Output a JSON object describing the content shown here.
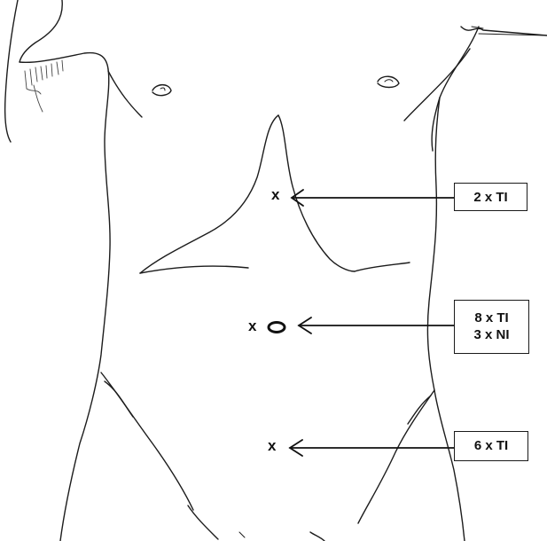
{
  "figure": {
    "annotations": [
      {
        "id": "upper",
        "marker": "x",
        "labels": [
          "2 x TI"
        ]
      },
      {
        "id": "umbilical",
        "marker": "x",
        "has_umbilicus_symbol": true,
        "labels": [
          "8 x TI",
          "3 x NI"
        ]
      },
      {
        "id": "lower",
        "marker": "x",
        "labels": [
          "6 x TI"
        ]
      }
    ]
  }
}
